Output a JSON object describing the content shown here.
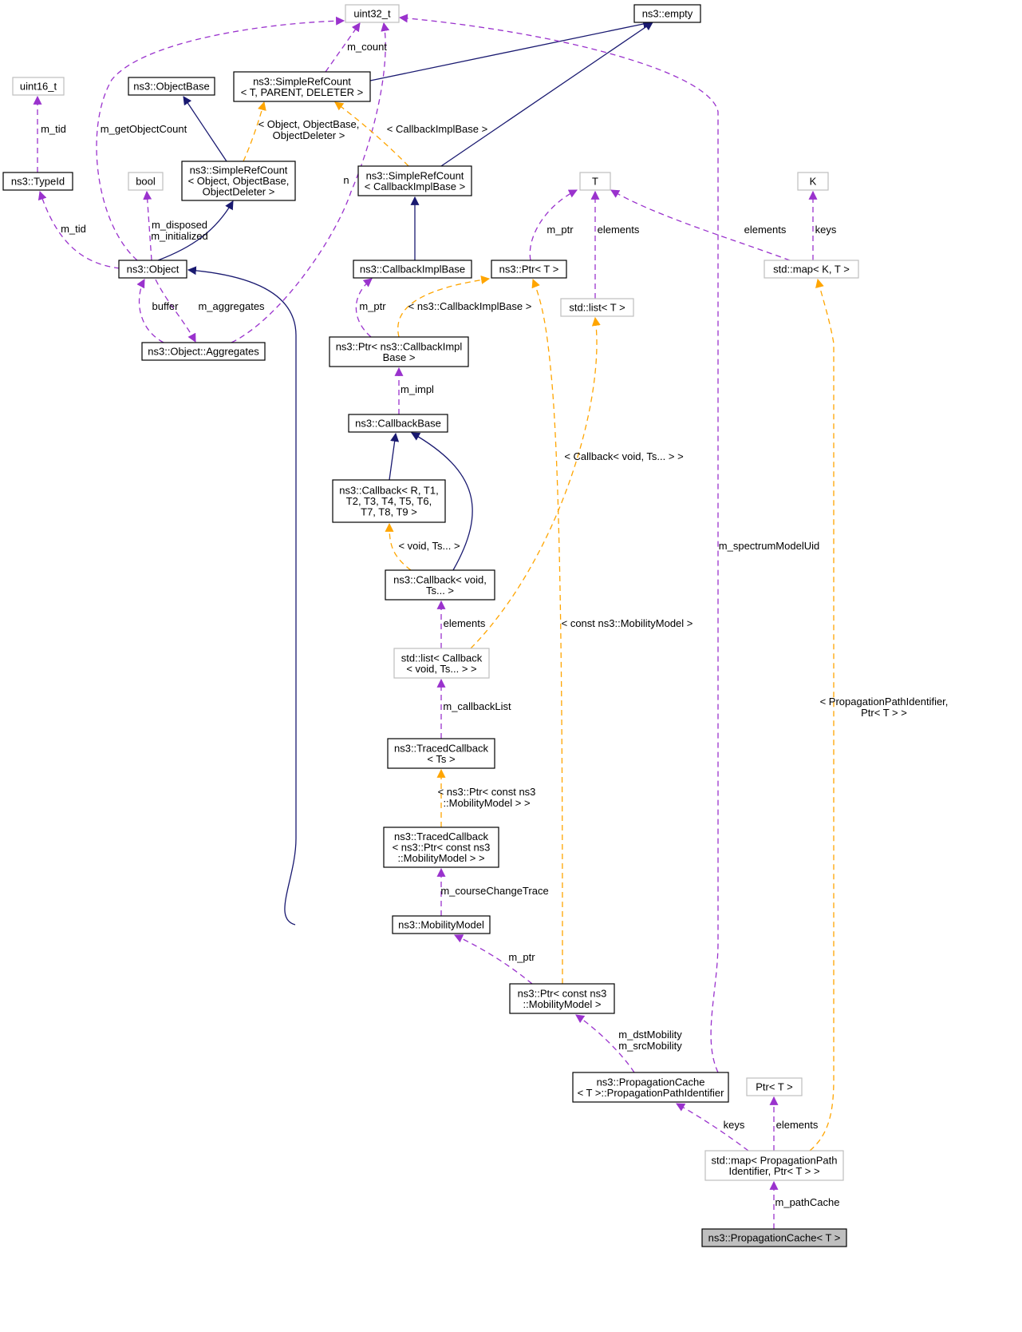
{
  "colors": {
    "inherit": "#191970",
    "member": "#9a32cd",
    "template": "#ffa500",
    "documented_border": "#000000",
    "undocumented_border": "#bfbfbf",
    "focus_fill": "#bfbfbf"
  },
  "nodes": {
    "uint32_t": {
      "lines": [
        "uint32_t"
      ]
    },
    "ns3_empty": {
      "lines": [
        "ns3::empty"
      ]
    },
    "uint16_t": {
      "lines": [
        "uint16_t"
      ]
    },
    "ns3_ObjectBase": {
      "lines": [
        "ns3::ObjectBase"
      ]
    },
    "SimpleRefCount_T": {
      "lines": [
        "ns3::SimpleRefCount",
        "< T, PARENT, DELETER >"
      ]
    },
    "ns3_TypeId": {
      "lines": [
        "ns3::TypeId"
      ]
    },
    "bool": {
      "lines": [
        "bool"
      ]
    },
    "SimpleRefCount_Object": {
      "lines": [
        "ns3::SimpleRefCount",
        "< Object, ObjectBase,",
        "ObjectDeleter >"
      ]
    },
    "SimpleRefCount_Callback": {
      "lines": [
        "ns3::SimpleRefCount",
        "< CallbackImplBase >"
      ]
    },
    "T": {
      "lines": [
        "T"
      ]
    },
    "K": {
      "lines": [
        "K"
      ]
    },
    "ns3_Object": {
      "lines": [
        "ns3::Object"
      ]
    },
    "CallbackImplBase": {
      "lines": [
        "ns3::CallbackImplBase"
      ]
    },
    "Ptr_T": {
      "lines": [
        "ns3::Ptr< T >"
      ]
    },
    "std_map_KT": {
      "lines": [
        "std::map< K, T >"
      ]
    },
    "std_list_T": {
      "lines": [
        "std::list< T >"
      ]
    },
    "Object_Aggregates": {
      "lines": [
        "ns3::Object::Aggregates"
      ]
    },
    "Ptr_CallbackImplBase": {
      "lines": [
        "ns3::Ptr< ns3::CallbackImpl",
        "Base >"
      ]
    },
    "CallbackBase": {
      "lines": [
        "ns3::CallbackBase"
      ]
    },
    "Callback_R": {
      "lines": [
        "ns3::Callback< R, T1,",
        "T2, T3, T4, T5, T6,",
        "T7, T8, T9 >"
      ]
    },
    "Callback_void": {
      "lines": [
        "ns3::Callback< void,",
        "Ts... >"
      ]
    },
    "std_list_Callback": {
      "lines": [
        "std::list< Callback",
        "< void, Ts... > >"
      ]
    },
    "TracedCallback_Ts": {
      "lines": [
        "ns3::TracedCallback",
        "< Ts >"
      ]
    },
    "TracedCallback_Ptr": {
      "lines": [
        "ns3::TracedCallback",
        "< ns3::Ptr< const ns3",
        "::MobilityModel > >"
      ]
    },
    "MobilityModel": {
      "lines": [
        "ns3::MobilityModel"
      ]
    },
    "Ptr_MobilityModel": {
      "lines": [
        "ns3::Ptr< const ns3",
        "::MobilityModel >"
      ]
    },
    "PropagationPathIdentifier": {
      "lines": [
        "ns3::PropagationCache",
        "< T >::PropagationPathIdentifier"
      ]
    },
    "Ptr_T_plain": {
      "lines": [
        "Ptr< T >"
      ]
    },
    "std_map_PropagationPath": {
      "lines": [
        "std::map< PropagationPath",
        "Identifier, Ptr< T > >"
      ]
    },
    "PropagationCache_T": {
      "lines": [
        "ns3::PropagationCache< T >"
      ]
    }
  },
  "edge_labels": {
    "m_count": [
      "m_count"
    ],
    "m_getObjectCount": [
      "m_getObjectCount"
    ],
    "m_tid_1": [
      "m_tid"
    ],
    "m_tid_2": [
      "m_tid"
    ],
    "tpl_object": [
      "< Object, ObjectBase,",
      "ObjectDeleter >"
    ],
    "tpl_callbackimplbase": [
      "< CallbackImplBase >"
    ],
    "n": [
      "n"
    ],
    "m_disposed": [
      "m_disposed",
      "m_initialized"
    ],
    "buffer": [
      "buffer"
    ],
    "m_aggregates": [
      "m_aggregates"
    ],
    "m_ptr_1": [
      "m_ptr"
    ],
    "elements_T": [
      "elements"
    ],
    "elements_map": [
      "elements"
    ],
    "keys_1": [
      "keys"
    ],
    "m_ptr_2": [
      "m_ptr"
    ],
    "tpl_ptr_cib": [
      "< ns3::CallbackImplBase >"
    ],
    "m_impl": [
      "m_impl"
    ],
    "tpl_callback_void": [
      "< Callback< void, Ts... > >"
    ],
    "tpl_void_ts": [
      "< void, Ts... >"
    ],
    "m_spectrumModelUid": [
      "m_spectrumModelUid"
    ],
    "elements_list": [
      "elements"
    ],
    "tpl_const_mobility": [
      "< const ns3::MobilityModel >"
    ],
    "tpl_propagation": [
      "< PropagationPathIdentifier,",
      "Ptr< T > >"
    ],
    "m_callbackList": [
      "m_callbackList"
    ],
    "tpl_ptr_mobility": [
      "< ns3::Ptr< const ns3",
      "::MobilityModel > >"
    ],
    "m_courseChangeTrace": [
      "m_courseChangeTrace"
    ],
    "m_ptr_3": [
      "m_ptr"
    ],
    "m_dstMobility": [
      "m_dstMobility",
      "m_srcMobility"
    ],
    "keys_2": [
      "keys"
    ],
    "elements_ptr": [
      "elements"
    ],
    "m_pathCache": [
      "m_pathCache"
    ]
  }
}
